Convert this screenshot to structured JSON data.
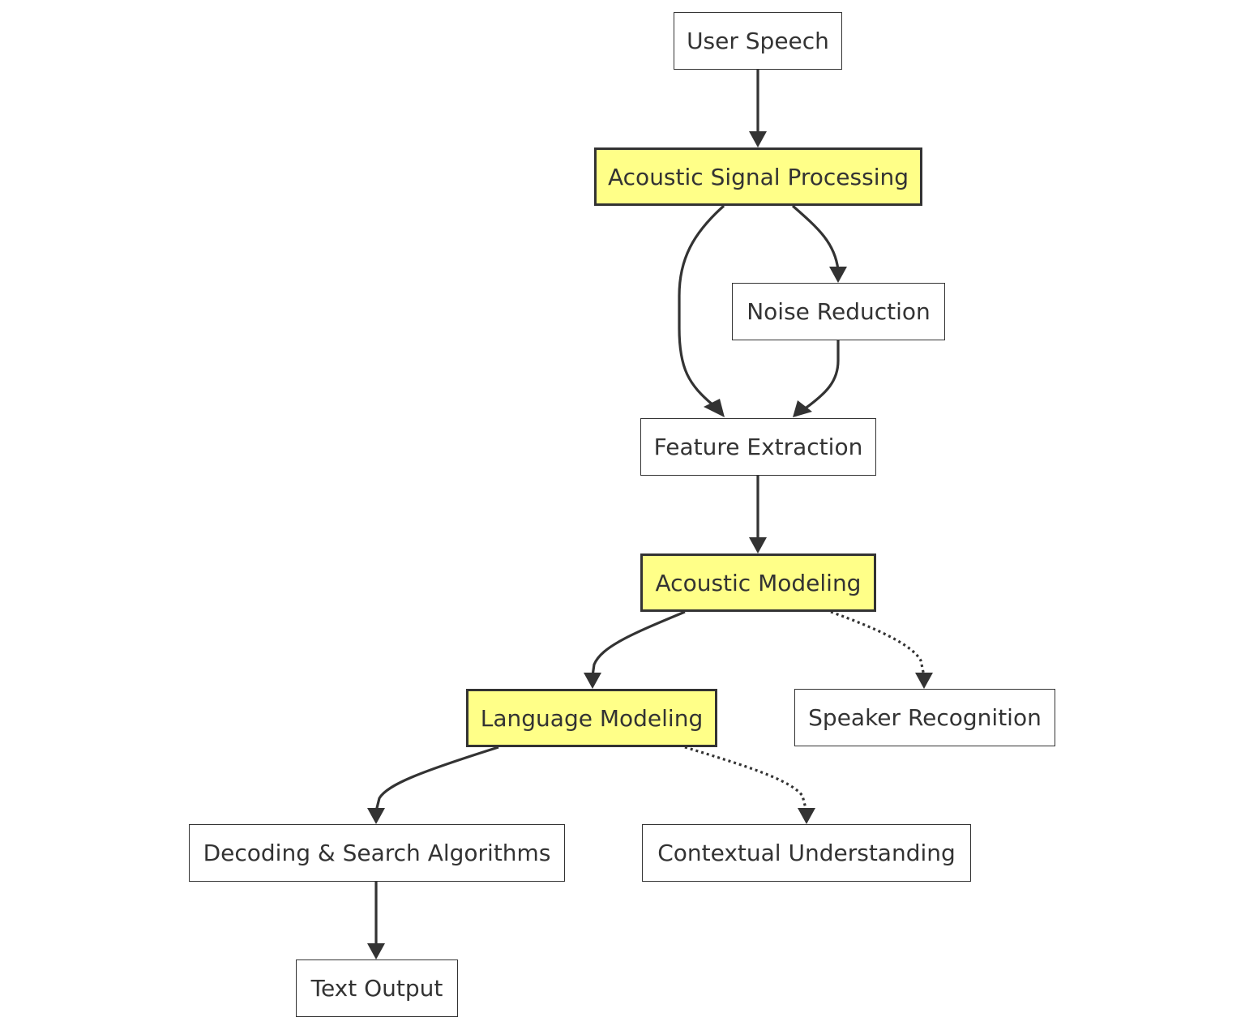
{
  "colors": {
    "highlight": "#ffff88",
    "stroke": "#333333",
    "text": "#333333",
    "node_bg": "#ffffff"
  },
  "nodes": {
    "user_speech": "User Speech",
    "acoustic_signal_processing": "Acoustic Signal Processing",
    "noise_reduction": "Noise Reduction",
    "feature_extraction": "Feature Extraction",
    "acoustic_modeling": "Acoustic Modeling",
    "language_modeling": "Language Modeling",
    "speaker_recognition": "Speaker Recognition",
    "decoding_search": "Decoding & Search Algorithms",
    "contextual_understanding": "Contextual Understanding",
    "text_output": "Text Output"
  },
  "highlighted": [
    "acoustic_signal_processing",
    "acoustic_modeling",
    "language_modeling"
  ],
  "edges": [
    {
      "from": "user_speech",
      "to": "acoustic_signal_processing",
      "style": "solid"
    },
    {
      "from": "acoustic_signal_processing",
      "to": "feature_extraction",
      "style": "solid"
    },
    {
      "from": "acoustic_signal_processing",
      "to": "noise_reduction",
      "style": "solid"
    },
    {
      "from": "noise_reduction",
      "to": "feature_extraction",
      "style": "solid"
    },
    {
      "from": "feature_extraction",
      "to": "acoustic_modeling",
      "style": "solid"
    },
    {
      "from": "acoustic_modeling",
      "to": "language_modeling",
      "style": "solid"
    },
    {
      "from": "acoustic_modeling",
      "to": "speaker_recognition",
      "style": "dotted"
    },
    {
      "from": "language_modeling",
      "to": "decoding_search",
      "style": "solid"
    },
    {
      "from": "language_modeling",
      "to": "contextual_understanding",
      "style": "dotted"
    },
    {
      "from": "decoding_search",
      "to": "text_output",
      "style": "solid"
    }
  ]
}
